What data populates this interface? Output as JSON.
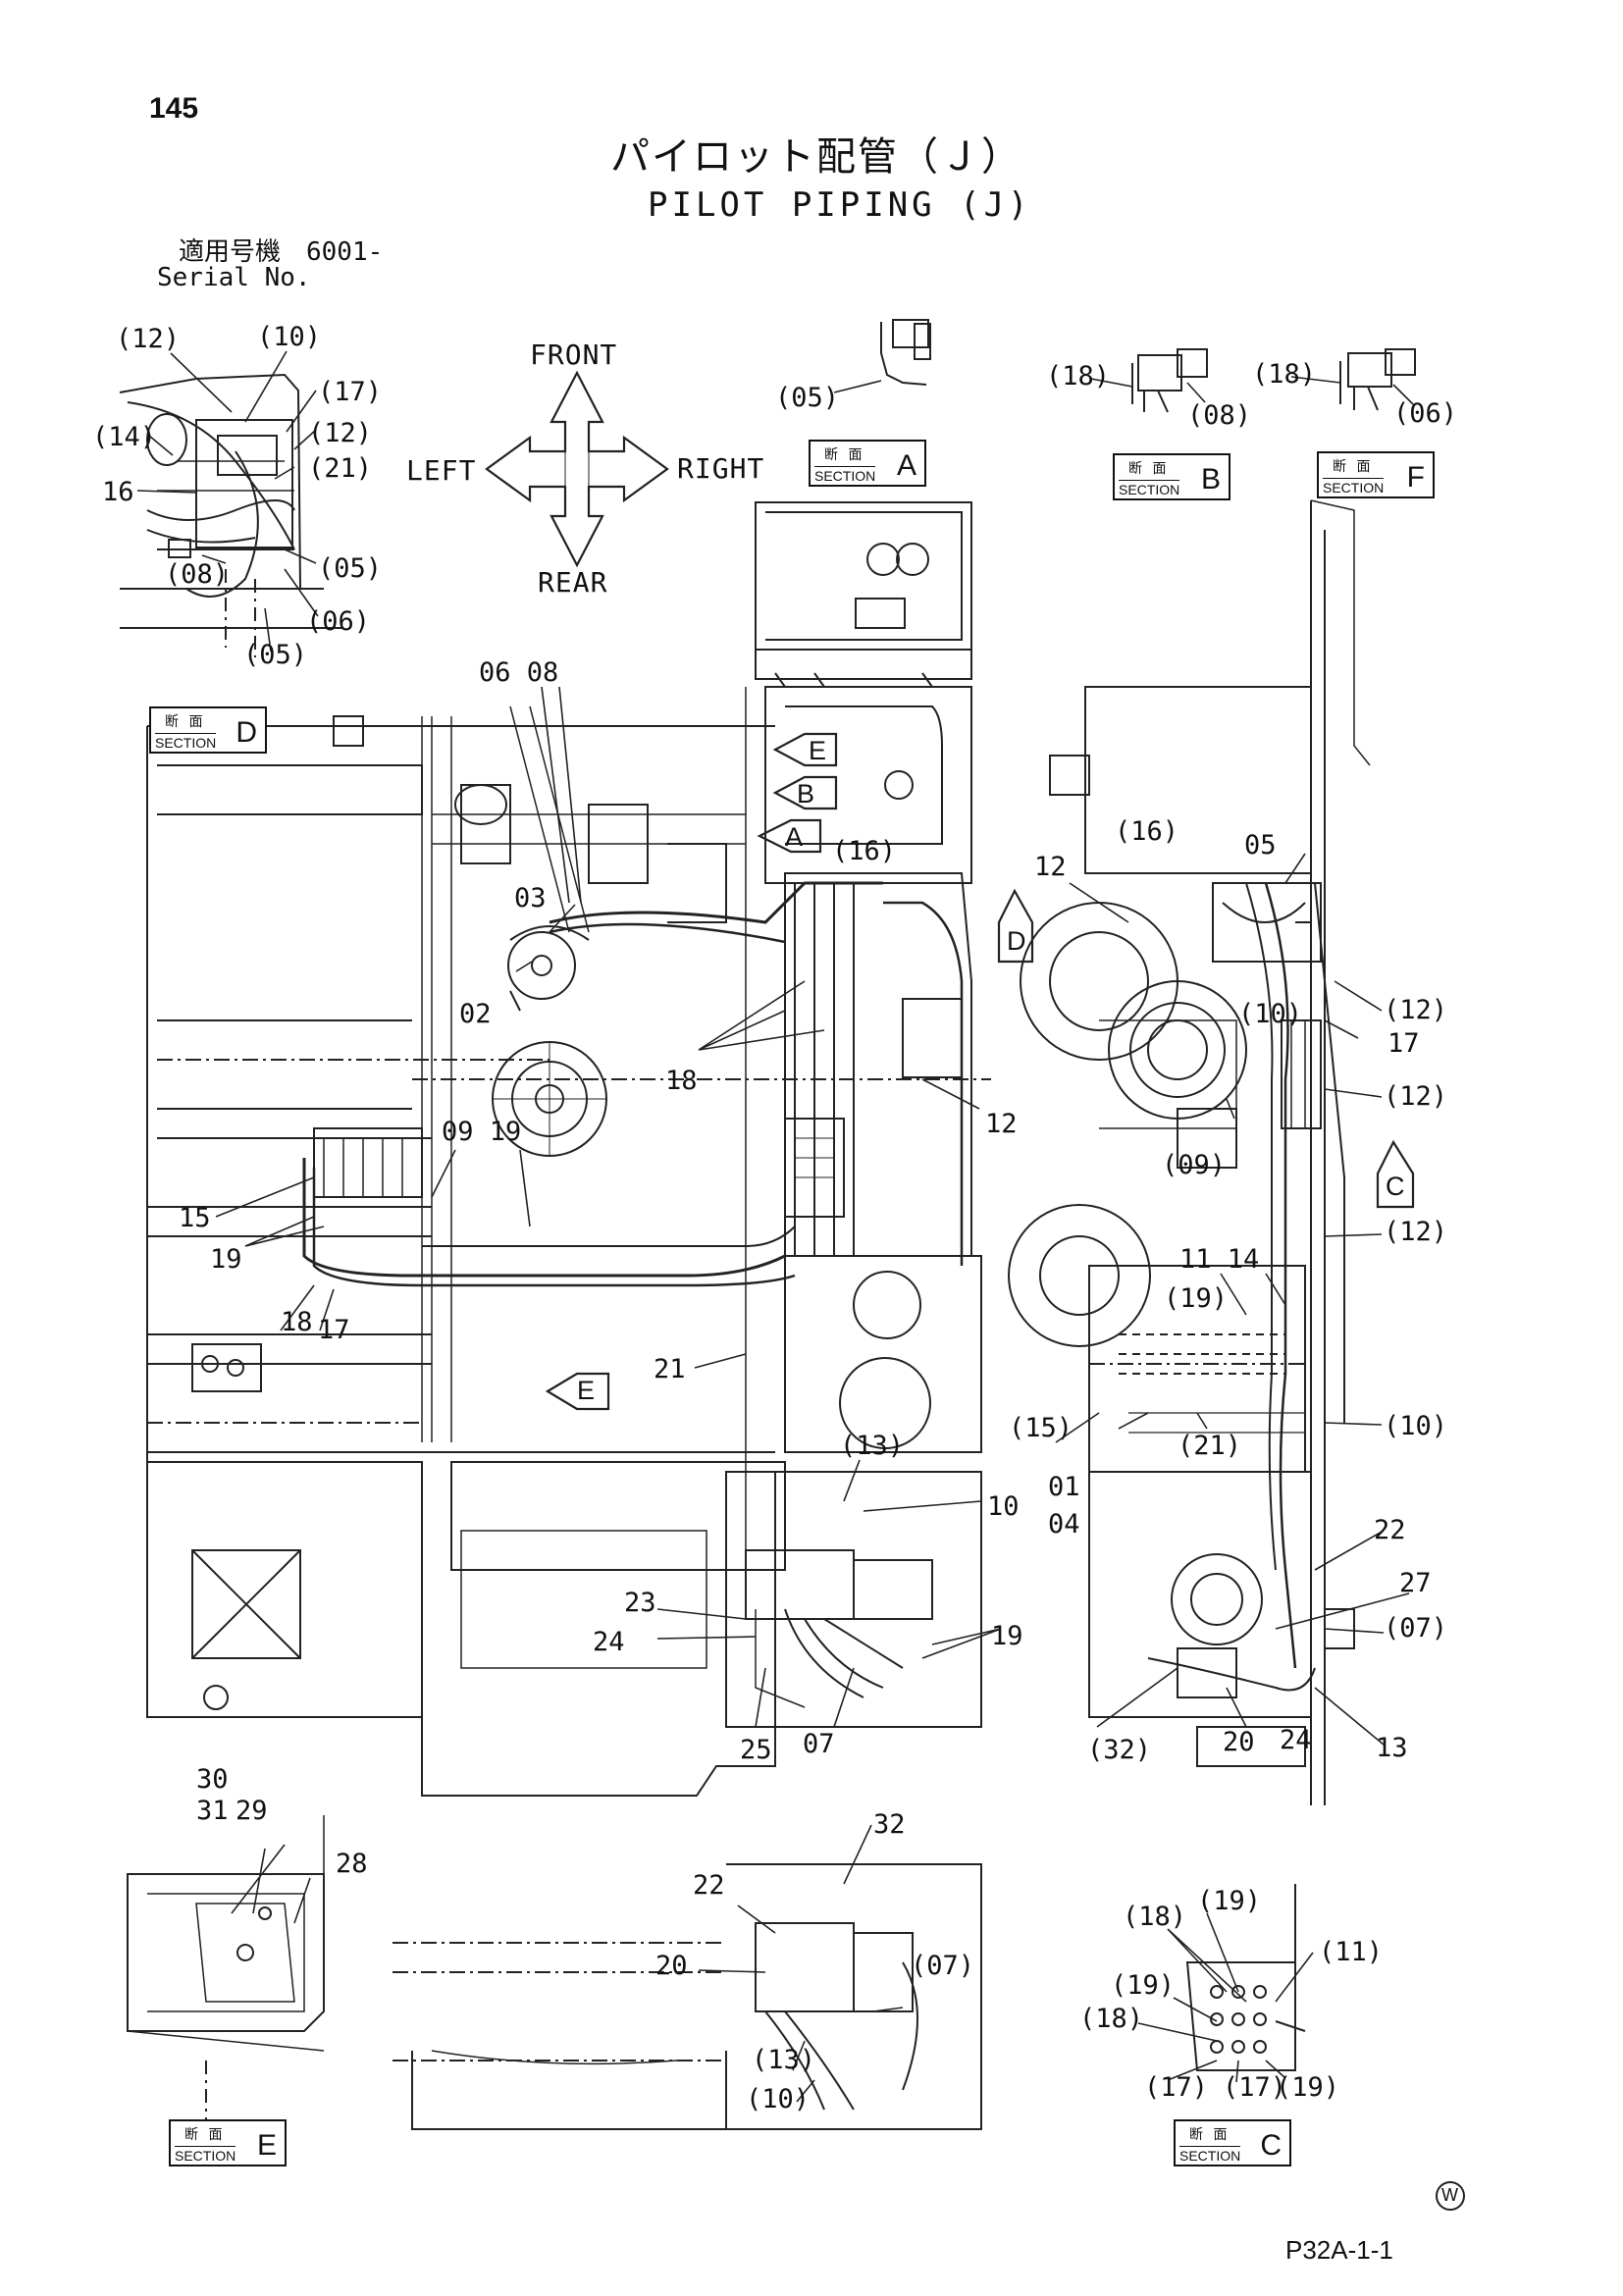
{
  "page_number": "145",
  "title_jp": "パイロット配管（Ｊ）",
  "title_en": "PILOT PIPING (J)",
  "serial": {
    "jp_label": "適用号機",
    "value": "6001-",
    "en_label": "Serial No."
  },
  "directions": {
    "front": "FRONT",
    "rear": "REAR",
    "left": "LEFT",
    "right": "RIGHT"
  },
  "section_labels": [
    {
      "id": "A",
      "jp": "断 面",
      "en": "SECTION",
      "letter": "A"
    },
    {
      "id": "B",
      "jp": "断 面",
      "en": "SECTION",
      "letter": "B"
    },
    {
      "id": "F",
      "jp": "断 面",
      "en": "SECTION",
      "letter": "F"
    },
    {
      "id": "D",
      "jp": "断 面",
      "en": "SECTION",
      "letter": "D"
    },
    {
      "id": "E",
      "jp": "断 面",
      "en": "SECTION",
      "letter": "E"
    },
    {
      "id": "C",
      "jp": "断 面",
      "en": "SECTION",
      "letter": "C"
    }
  ],
  "view_arrows": [
    "E",
    "B",
    "A",
    "D",
    "C",
    "E"
  ],
  "callouts": {
    "detail_top_left": [
      "(12)",
      "(10)",
      "(17)",
      "(12)",
      "(21)",
      "(14)",
      "16",
      "(08)",
      "(05)",
      "(06)",
      "(05)"
    ],
    "section_a": [
      "(05)"
    ],
    "section_b": [
      "(18)",
      "(08)"
    ],
    "section_f": [
      "(18)",
      "(06)"
    ],
    "main_view": [
      "06 08",
      "03",
      "02",
      "(16)",
      "18",
      "12",
      "09 19",
      "15",
      "19",
      "18",
      "17",
      "21",
      "(13)",
      "10",
      "23",
      "24",
      "25",
      "07",
      "19"
    ],
    "right_view": [
      "(16)",
      "12",
      "05",
      "(12)",
      "(10)",
      "17",
      "(12)",
      "(09)",
      "(12)",
      "11 14",
      "(19)",
      "(15)",
      "(21)",
      "01",
      "04",
      "(10)",
      "22",
      "27",
      "(07)",
      "(32)",
      "20",
      "24",
      "13"
    ],
    "section_e": [
      "30",
      "31",
      "29",
      "28"
    ],
    "bottom_center": [
      "32",
      "22",
      "20",
      "(07)",
      "(13)",
      "(10)"
    ],
    "section_c": [
      "(18)",
      "(19)",
      "(11)",
      "(19)",
      "(18)",
      "(17)",
      "(17)",
      "(19)"
    ]
  },
  "mark": "W",
  "drawing_code": "P32A-1-1"
}
